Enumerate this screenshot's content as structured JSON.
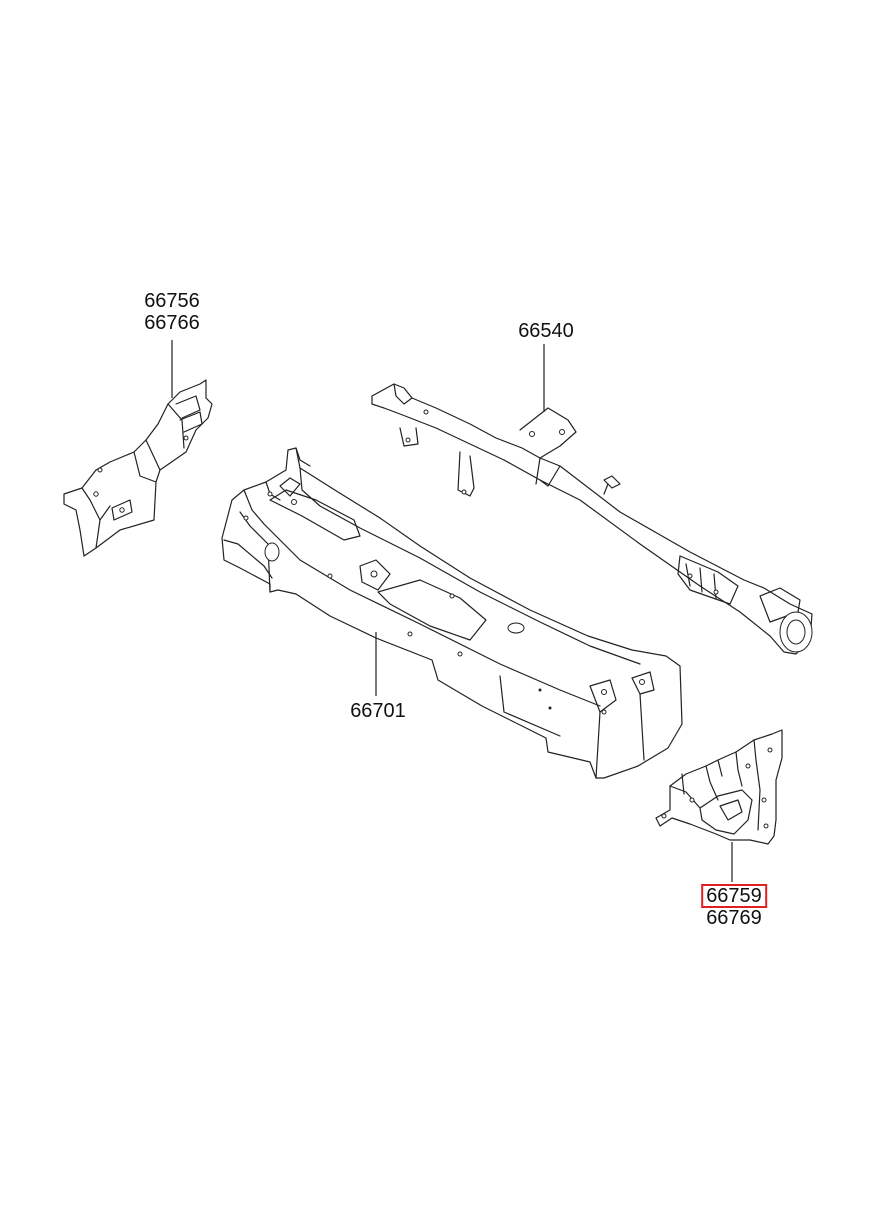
{
  "parts": [
    {
      "id": "bracket-left",
      "numbers": [
        "66756",
        "66766"
      ],
      "highlighted": false
    },
    {
      "id": "cross-member",
      "numbers": [
        "66540"
      ],
      "highlighted": false
    },
    {
      "id": "cowl-panel",
      "numbers": [
        "66701"
      ],
      "highlighted": false
    },
    {
      "id": "bracket-right",
      "numbers": [
        "66759",
        "66769"
      ],
      "highlighted": true,
      "highlight_index": 0
    }
  ],
  "colors": {
    "line": "#222222",
    "highlight": "#e02020",
    "background": "#ffffff"
  }
}
